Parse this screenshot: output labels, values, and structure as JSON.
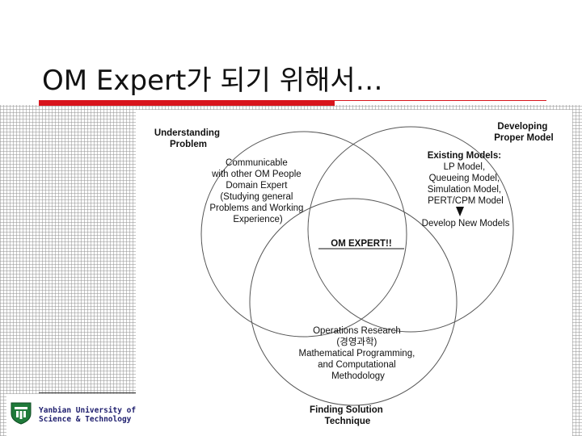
{
  "slide": {
    "title": "OM Expert가 되기 위해서…"
  },
  "diagram": {
    "understanding": [
      "Understanding",
      "Problem"
    ],
    "developing": [
      "Developing",
      "Proper Model"
    ],
    "finding": [
      "Finding Solution",
      "Technique"
    ],
    "communicable": [
      "Communicable",
      "with other OM People",
      "Domain Expert",
      "(Studying general",
      "Problems and Working",
      "Experience)"
    ],
    "existing_models": [
      "Existing Models:",
      "LP Model,",
      "Queueing Model,",
      "Simulation Model,",
      "PERT/CPM Model"
    ],
    "develop_new": "Develop New Models",
    "om_expert": "OM EXPERT!!",
    "operations": [
      "Operations Research",
      "(경영과학)",
      "Mathematical Programming,",
      "and Computational",
      "Methodology"
    ]
  },
  "footer": {
    "university_lines": [
      "Yanbian University of",
      "Science & Technology"
    ]
  }
}
